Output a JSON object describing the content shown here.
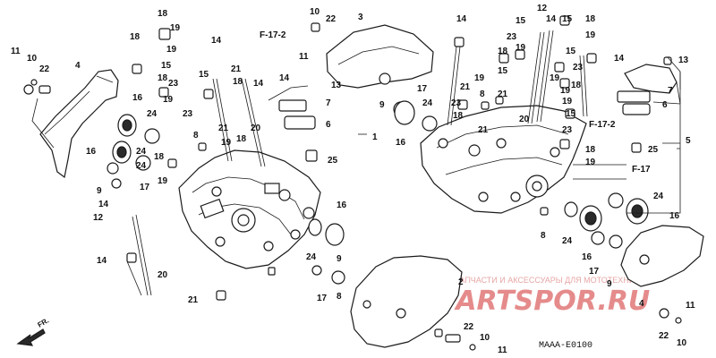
{
  "diagram": {
    "diagram_code": "MAAA-E0100",
    "front_label": "FR.",
    "watermark": {
      "tagline": "ЗАПЧАСТИ И АКСЕССУАРЫ ДЛЯ МОТОТЕХНИКИ",
      "logo": "PARTSPOR.RU"
    },
    "refs": [
      {
        "id": "ref-f17-2-left",
        "text": "F-17-2"
      },
      {
        "id": "ref-f17-2-right",
        "text": "F-17-2"
      },
      {
        "id": "ref-f17-right",
        "text": "F-17"
      }
    ],
    "callouts": [
      "1",
      "2",
      "3",
      "4",
      "5",
      "6",
      "7",
      "8",
      "9",
      "10",
      "11",
      "12",
      "13",
      "14",
      "15",
      "16",
      "17",
      "18",
      "19",
      "20",
      "21",
      "22",
      "23",
      "24",
      "25"
    ]
  }
}
